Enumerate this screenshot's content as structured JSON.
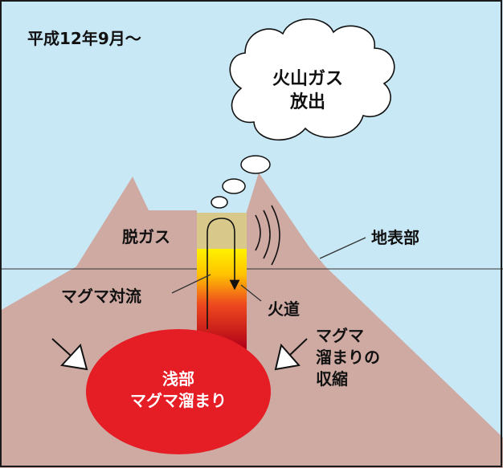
{
  "title": "平成12年9月〜",
  "cloud": {
    "line1": "火山ガス",
    "line2": "放出"
  },
  "labels": {
    "degas": "脱ガス",
    "surface": "地表部",
    "convection": "マグマ対流",
    "conduit": "火道",
    "contraction": [
      "マグマ",
      "溜まりの",
      "収縮"
    ]
  },
  "chamber": {
    "line1": "浅部",
    "line2": "マグマ溜まり"
  },
  "colors": {
    "sky": "#c9e8f5",
    "mountain": "#cfaaa3",
    "gas_plug": "#d8c98a",
    "magma_top": "#ffe600",
    "magma_mid": "#e83a1e",
    "magma_bottom": "#b3001b",
    "chamber": "#e51d25",
    "frame": "#1a1a1a"
  }
}
